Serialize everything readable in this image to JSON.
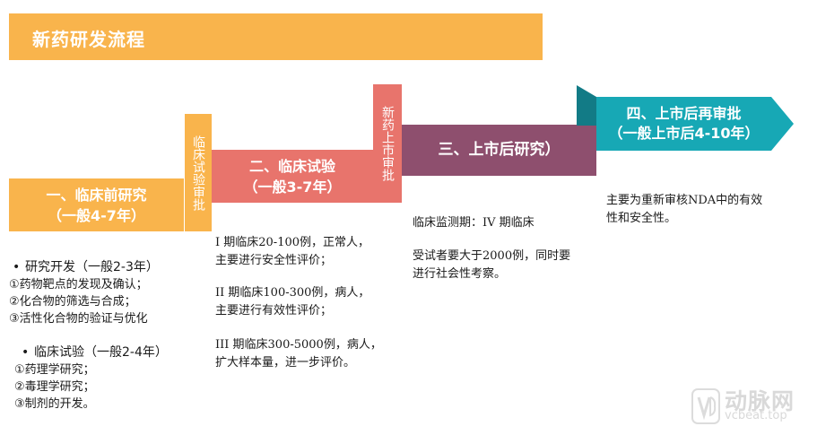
{
  "title": "新药研发流程",
  "stages": {
    "preclinical": {
      "line1": "一、临床前研究",
      "line2": "（一般4-7年）"
    },
    "clinical": {
      "line1": "二、临床试验",
      "line2": "（一般3-7年）"
    },
    "post_market": {
      "line1": "三、上市后研究）"
    },
    "re_review": {
      "line1": "四、上市后再审批",
      "line2": "（一般上市后4-10年）"
    }
  },
  "gates": {
    "clinical_trial_approval": "临床试验审批",
    "new_drug_approval": "新药上市审批"
  },
  "preclinical_notes": {
    "research": {
      "title": "研究开发（一般2-3年）",
      "items": [
        "①药物靶点的发现及确认；",
        "②化合物的筛选与合成；",
        "③活性化合物的验证与优化"
      ]
    },
    "clinical_test": {
      "title": "临床试验（一般2-4年）",
      "items": [
        "①药理学研究；",
        "②毒理学研究；",
        "③制剂的开发。"
      ]
    }
  },
  "clinical_notes": {
    "phase1": {
      "line1": "I 期临床20-100例，正常人，",
      "line2": "主要进行安全性评价；"
    },
    "phase2": {
      "line1": "II 期临床100-300例，病人，",
      "line2": "主要进行有效性评价；"
    },
    "phase3": {
      "line1": "III 期临床300-5000例，病人，",
      "line2": "扩大样本量，进一步评价。"
    }
  },
  "post_market_notes": {
    "monitor": "临床监测期：IV 期临床",
    "subjects_line1": "受试者要大于2000例，同时要",
    "subjects_line2": "进行社会性考察。"
  },
  "re_review_notes": {
    "line1": "主要为重新审核NDA中的有效",
    "line2": "性和安全性。"
  },
  "watermark": {
    "brand": "动脉网",
    "url": "vcbeat.top"
  },
  "colors": {
    "orange": "#f9b44c",
    "coral": "#e8746c",
    "plum": "#8e4f6e",
    "teal": "#17a8b5",
    "teal_dark": "#127b86"
  }
}
